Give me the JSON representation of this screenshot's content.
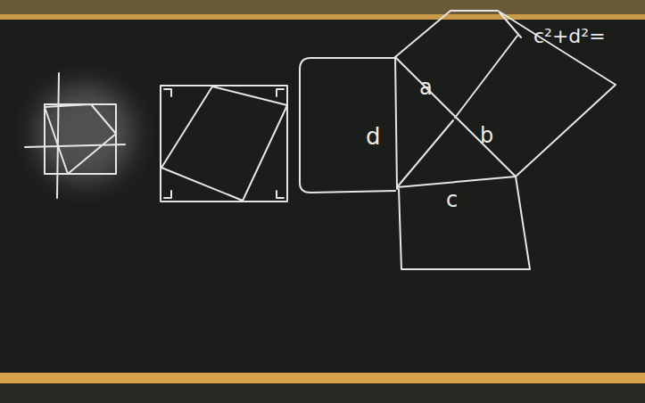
{
  "diagram": {
    "labels": [
      "d",
      "a",
      "b",
      "c",
      "c²+d²="
    ]
  }
}
